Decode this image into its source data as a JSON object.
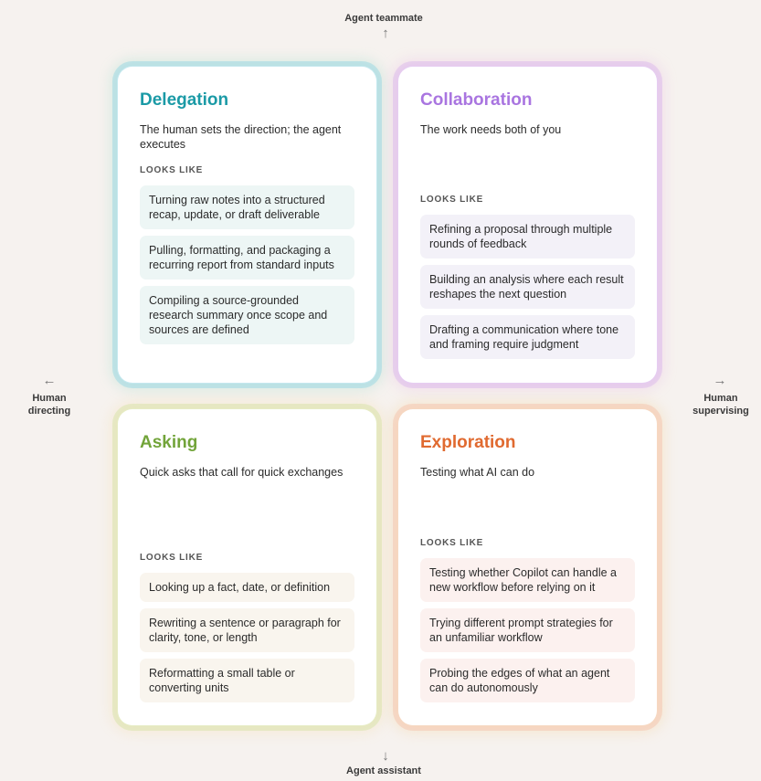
{
  "axes": {
    "top": "Agent teammate",
    "bottom": "Agent assistant",
    "left": "Human directing",
    "right": "Human supervising",
    "arrow_up": "↑",
    "arrow_down": "↓",
    "arrow_left": "←",
    "arrow_right": "→"
  },
  "looks_like_label": "LOOKS LIKE",
  "quadrants": {
    "delegation": {
      "title": "Delegation",
      "color": "#1b9aa6",
      "description": "The human sets the direction; the agent executes",
      "items": [
        "Turning raw notes into a structured recap, update, or draft deliverable",
        "Pulling, formatting, and packaging a recurring report from standard inputs",
        "Compiling a source-grounded research summary once scope and sources are defined"
      ]
    },
    "collaboration": {
      "title": "Collaboration",
      "color": "#a975e0",
      "description": "The work needs both of you",
      "items": [
        "Refining a proposal through multiple rounds of feedback",
        "Building an analysis where each result reshapes the next question",
        "Drafting a communication where tone and framing require judgment"
      ]
    },
    "asking": {
      "title": "Asking",
      "color": "#72a43a",
      "description": "Quick asks that call for quick exchanges",
      "items": [
        "Looking up a fact, date, or definition",
        "Rewriting a sentence or paragraph for clarity, tone, or length",
        "Reformatting a small table or converting units"
      ]
    },
    "exploration": {
      "title": "Exploration",
      "color": "#e06a30",
      "description": "Testing what AI can do",
      "items": [
        "Testing whether Copilot can handle a new workflow before relying on it",
        "Trying different prompt strategies for an unfamiliar workflow",
        "Probing the edges of what an agent can do autonomously"
      ]
    }
  }
}
